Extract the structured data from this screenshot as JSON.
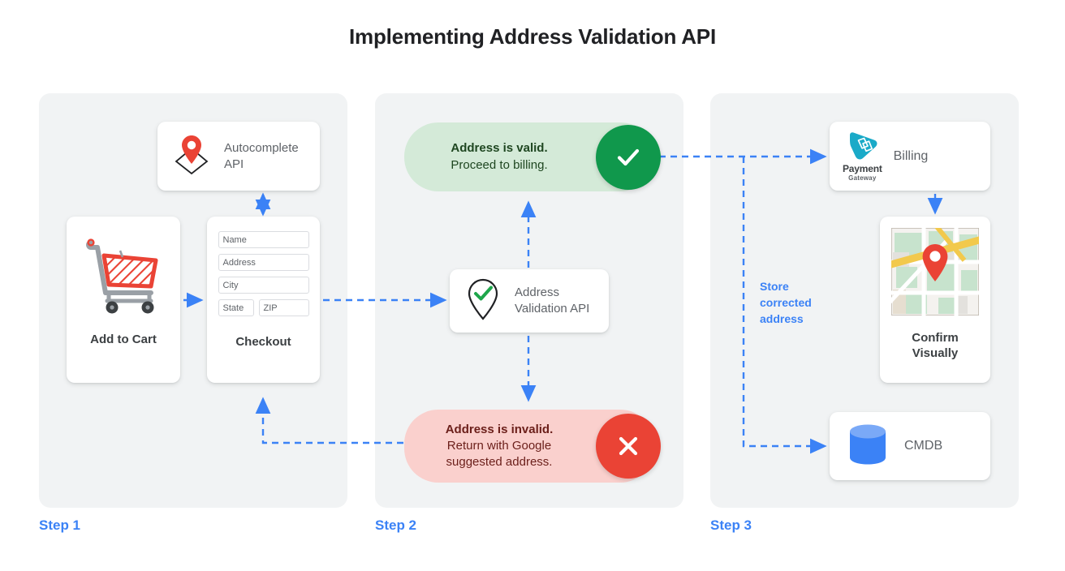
{
  "page": {
    "title": "Implementing Address Validation API"
  },
  "colors": {
    "accent_blue": "#3b82f6",
    "panel_bg": "#f1f3f4",
    "valid_bg": "#d4ead8",
    "valid_badge": "#10984c",
    "invalid_bg": "#fad0cd",
    "invalid_badge": "#ea4335",
    "cart_red": "#ea4335",
    "cmdb_blue": "#3b82f6",
    "payment_teal": "#1aaac8"
  },
  "steps": [
    {
      "label": "Step 1"
    },
    {
      "label": "Step 2"
    },
    {
      "label": "Step 3"
    }
  ],
  "step1": {
    "autocomplete_card": {
      "icon": "map-pin-diamond-icon",
      "label_line1": "Autocomplete",
      "label_line2": "API"
    },
    "add_to_cart_card": {
      "icon": "shopping-cart-icon",
      "title": "Add to Cart"
    },
    "checkout_card": {
      "title": "Checkout",
      "fields": [
        {
          "name": "name-field",
          "placeholder": "Name"
        },
        {
          "name": "address-field",
          "placeholder": "Address"
        },
        {
          "name": "city-field",
          "placeholder": "City"
        },
        {
          "name": "state-field",
          "placeholder": "State"
        },
        {
          "name": "zip-field",
          "placeholder": "ZIP"
        }
      ]
    }
  },
  "step2": {
    "valid_pill": {
      "line1": "Address is valid.",
      "line2": "Proceed to billing.",
      "badge_icon": "checkmark-icon"
    },
    "validation_card": {
      "icon": "pin-checkmark-icon",
      "label_line1": "Address",
      "label_line2": "Validation API"
    },
    "invalid_pill": {
      "line1": "Address is invalid.",
      "line2": "Return with Google",
      "line3": "suggested address.",
      "badge_icon": "close-x-icon"
    }
  },
  "step3": {
    "billing_card": {
      "icon": "payment-gateway-logo",
      "logo_name": "Payment",
      "logo_sub": "Gateway",
      "label": "Billing"
    },
    "confirm_card": {
      "icon": "map-thumbnail-icon",
      "title_line1": "Confirm",
      "title_line2": "Visually"
    },
    "cmdb_card": {
      "icon": "database-cylinder-icon",
      "label": "CMDB"
    },
    "store_note": {
      "line1": "Store",
      "line2": "corrected",
      "line3": "address"
    }
  }
}
